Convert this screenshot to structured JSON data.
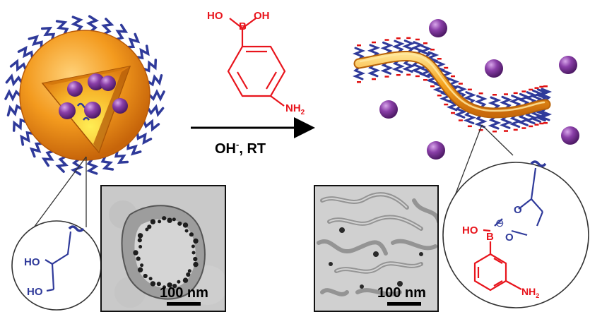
{
  "reagent": {
    "oh_left": "HO",
    "b": "B",
    "oh_right": "OH",
    "nh2": "NH",
    "nh2_sub": "2"
  },
  "arrow": {
    "condition": "OH",
    "condition_sup": "-",
    "condition_tail": ", RT"
  },
  "diol_inset": {
    "ho_top": "HO",
    "ho_bottom": "HO"
  },
  "boronate_inset": {
    "ho": "HO",
    "b": "B",
    "o_top": "O",
    "o_bottom": "O",
    "minus": "⊖",
    "nh2": "NH",
    "nh2_sub": "2"
  },
  "tem_left": {
    "scale_label": "100 nm"
  },
  "tem_right": {
    "scale_label": "100 nm"
  },
  "colors": {
    "orange": "#f39a1e",
    "purple": "#8a3fa8",
    "blue_chain": "#2f3a9a",
    "red_reagent": "#e8141c",
    "charge_red": "#e01010"
  }
}
